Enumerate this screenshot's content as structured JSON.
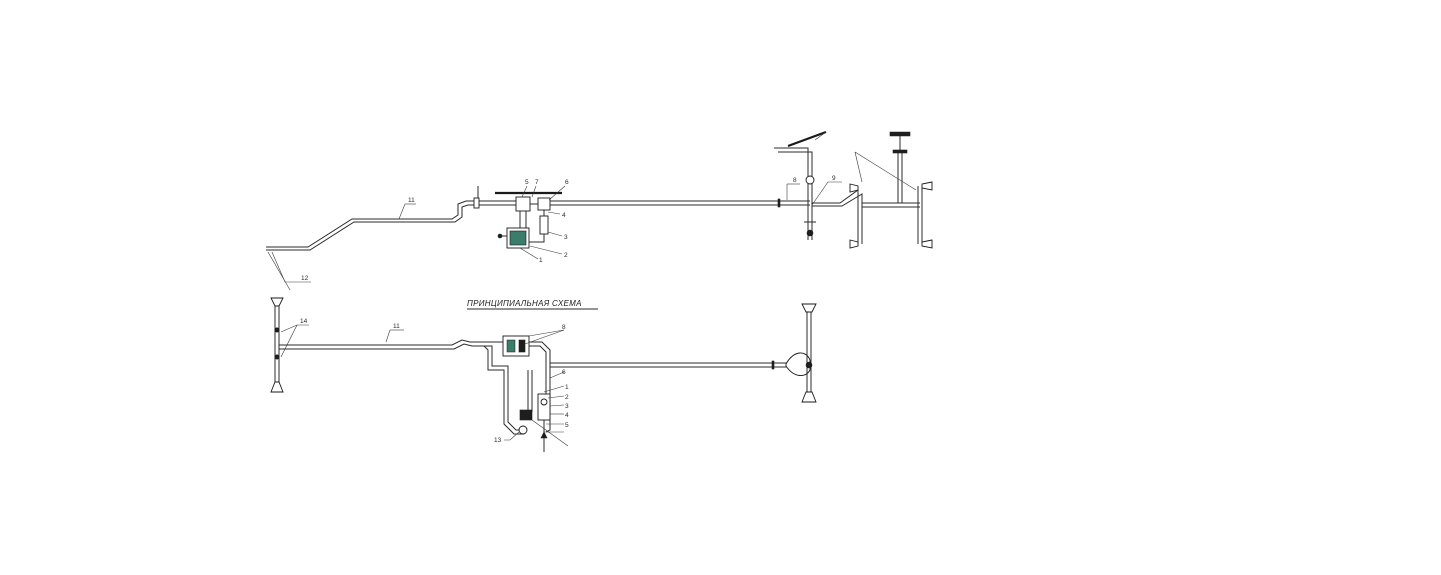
{
  "caption": "ПРИНЦИПИАЛЬНАЯ СХЕМА",
  "callouts": {
    "c1": "1",
    "c2": "2",
    "c3": "3",
    "c4": "4",
    "c5": "5",
    "c6": "6",
    "c7": "7",
    "c8a": "8",
    "c9": "9",
    "c11a": "11",
    "c12": "12",
    "c14": "14",
    "c11b": "11",
    "c8b": "8",
    "c6b": "6",
    "c1b": "1",
    "c2b": "2",
    "c3b": "3",
    "c4b": "4",
    "c5b": "5",
    "c13": "13"
  },
  "colors": {
    "line": "#2b2b2b",
    "accent": "#3a7d6a"
  }
}
